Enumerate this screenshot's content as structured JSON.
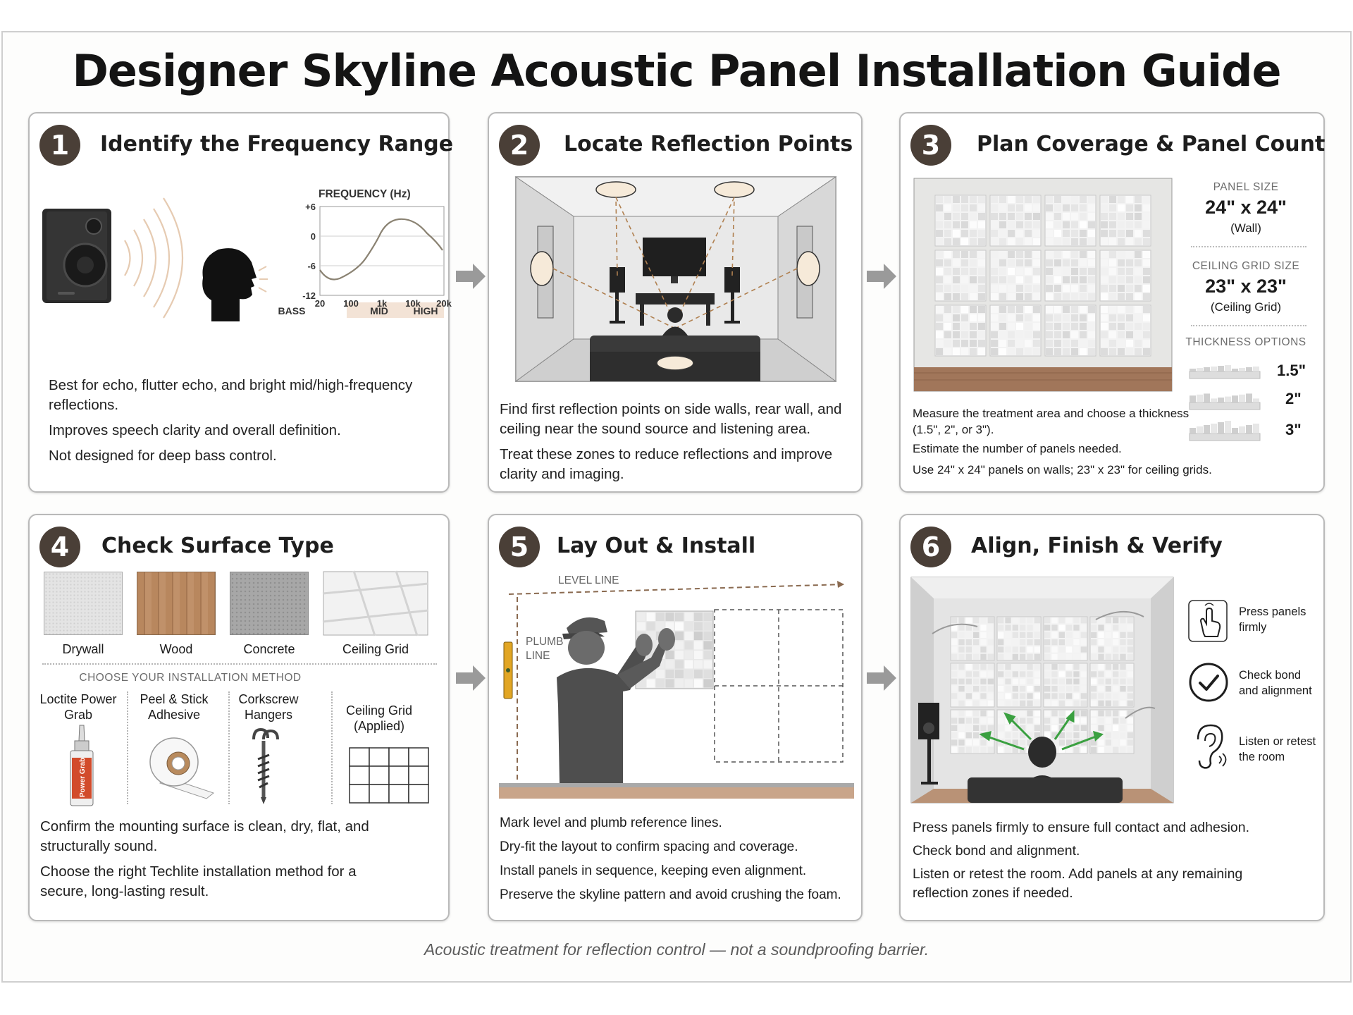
{
  "title": "Designer Skyline Acoustic Panel Installation Guide",
  "footer": "Acoustic treatment for reflection control — not a soundproofing barrier.",
  "colors": {
    "badge": "#4a3f37",
    "arrow": "#9a9a9a",
    "mid_high_band": "#f3e3d6",
    "check_arrow": "#3aa040"
  },
  "steps": [
    {
      "number": "1",
      "title": "Identify the Frequency Range",
      "chart": {
        "title": "FREQUENCY (Hz)",
        "y_ticks": [
          "+6",
          "0",
          "-6",
          "-12"
        ],
        "x_ticks": [
          "20",
          "100",
          "1k",
          "10k",
          "20k"
        ],
        "bands": [
          "BASS",
          "MID",
          "HIGH"
        ]
      },
      "text": [
        "Best for echo, flutter echo, and bright mid/high-frequency reflections.",
        "Improves speech clarity and overall definition.",
        "Not designed for deep bass control."
      ]
    },
    {
      "number": "2",
      "title": "Locate Reflection Points",
      "text": [
        "Find first reflection points on side walls, rear wall, and ceiling near the sound source and listening area.",
        "Treat these zones to reduce reflections and improve clarity and imaging."
      ]
    },
    {
      "number": "3",
      "title": "Plan Coverage & Panel Count",
      "specs": {
        "panel_size_label": "PANEL SIZE",
        "panel_size_value": "24\" x 24\"",
        "panel_size_note": "(Wall)",
        "ceiling_label": "CEILING GRID SIZE",
        "ceiling_value": "23\" x 23\"",
        "ceiling_note": "(Ceiling Grid)",
        "thickness_label": "THICKNESS OPTIONS",
        "thickness": [
          "1.5\"",
          "2\"",
          "3\""
        ]
      },
      "text": [
        "Measure the treatment area and choose a thickness (1.5\", 2\", or 3\").",
        "Estimate the number of panels needed.",
        "Use 24\" x 24\" panels on walls; 23\" x 23\" for ceiling grids."
      ]
    },
    {
      "number": "4",
      "title": "Check Surface Type",
      "surfaces": [
        "Drywall",
        "Wood",
        "Concrete",
        "Ceiling Grid"
      ],
      "method_heading": "CHOOSE YOUR INSTALLATION METHOD",
      "methods": [
        "Loctite Power Grab",
        "Peel & Stick Adhesive",
        "Corkscrew Hangers",
        "Ceiling Grid (Applied)"
      ],
      "tube_label": "Power Grab",
      "text": [
        "Confirm the mounting surface is clean, dry, flat, and structurally sound.",
        "Choose the right Techlite installation method for a secure, long-lasting result."
      ]
    },
    {
      "number": "5",
      "title": "Lay Out & Install",
      "level_label": "LEVEL LINE",
      "plumb_label": "PLUMB LINE",
      "text": [
        "Mark level and plumb reference lines.",
        "Dry-fit the layout to confirm spacing and coverage.",
        "Install panels in sequence, keeping even alignment.",
        "Preserve the skyline pattern and avoid crushing the foam."
      ]
    },
    {
      "number": "6",
      "title": "Align, Finish & Verify",
      "checks": [
        {
          "icon": "hand-press-icon",
          "label": "Press panels firmly"
        },
        {
          "icon": "checkmark-circle-icon",
          "label": "Check bond and alignment"
        },
        {
          "icon": "ear-listen-icon",
          "label": "Listen or retest the room"
        }
      ],
      "text": [
        "Press panels firmly to ensure full contact and adhesion.",
        "Check bond and alignment.",
        "Listen or retest the room. Add panels at any remaining reflection zones if needed."
      ]
    }
  ]
}
